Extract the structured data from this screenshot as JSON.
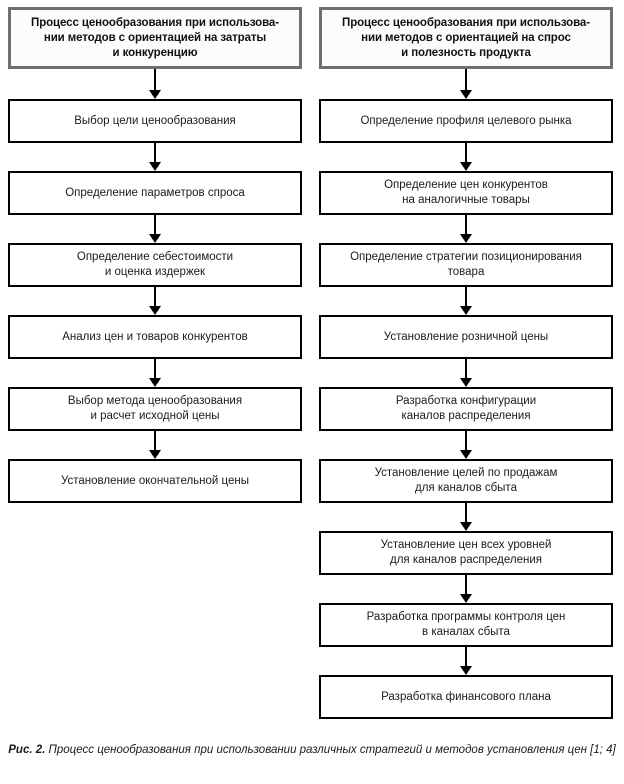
{
  "figure": {
    "caption_prefix": "Рис. 2.",
    "caption_text": "Процесс ценообразования при использовании различных стратегий и методов установления цен [1; 4]",
    "colors": {
      "header_border": "#6f6f6f",
      "step_border": "#000000",
      "arrow": "#000000",
      "text": "#1b1b1b",
      "background": "#ffffff"
    }
  },
  "columns": [
    {
      "id": "cost-competition",
      "header": {
        "label": "Процесс ценообразования при использова-\nнии методов с ориентацией на затраты\nи конкуренцию"
      },
      "steps": [
        {
          "label": "Выбор цели ценообразования"
        },
        {
          "label": "Определение параметров спроса"
        },
        {
          "label": "Определение себестоимости\nи оценка издержек"
        },
        {
          "label": "Анализ цен и товаров конкурентов"
        },
        {
          "label": "Выбор метода ценообразования\nи расчет исходной цены"
        },
        {
          "label": "Установление окончательной цены"
        }
      ]
    },
    {
      "id": "demand-utility",
      "header": {
        "label": "Процесс ценообразования при использова-\nнии методов с ориентацией на спрос\nи полезность продукта"
      },
      "steps": [
        {
          "label": "Определение профиля целевого рынка"
        },
        {
          "label": "Определение цен конкурентов\nна аналогичные товары"
        },
        {
          "label": "Определение стратегии позиционирования\nтовара"
        },
        {
          "label": "Установление розничной цены"
        },
        {
          "label": "Разработка конфигурации\nканалов распределения"
        },
        {
          "label": "Установление целей по продажам\nдля каналов сбыта"
        },
        {
          "label": "Установление цен всех уровней\nдля каналов распределения"
        },
        {
          "label": "Разработка программы контроля цен\nв каналах сбыта"
        },
        {
          "label": "Разработка финансового плана"
        }
      ]
    }
  ]
}
